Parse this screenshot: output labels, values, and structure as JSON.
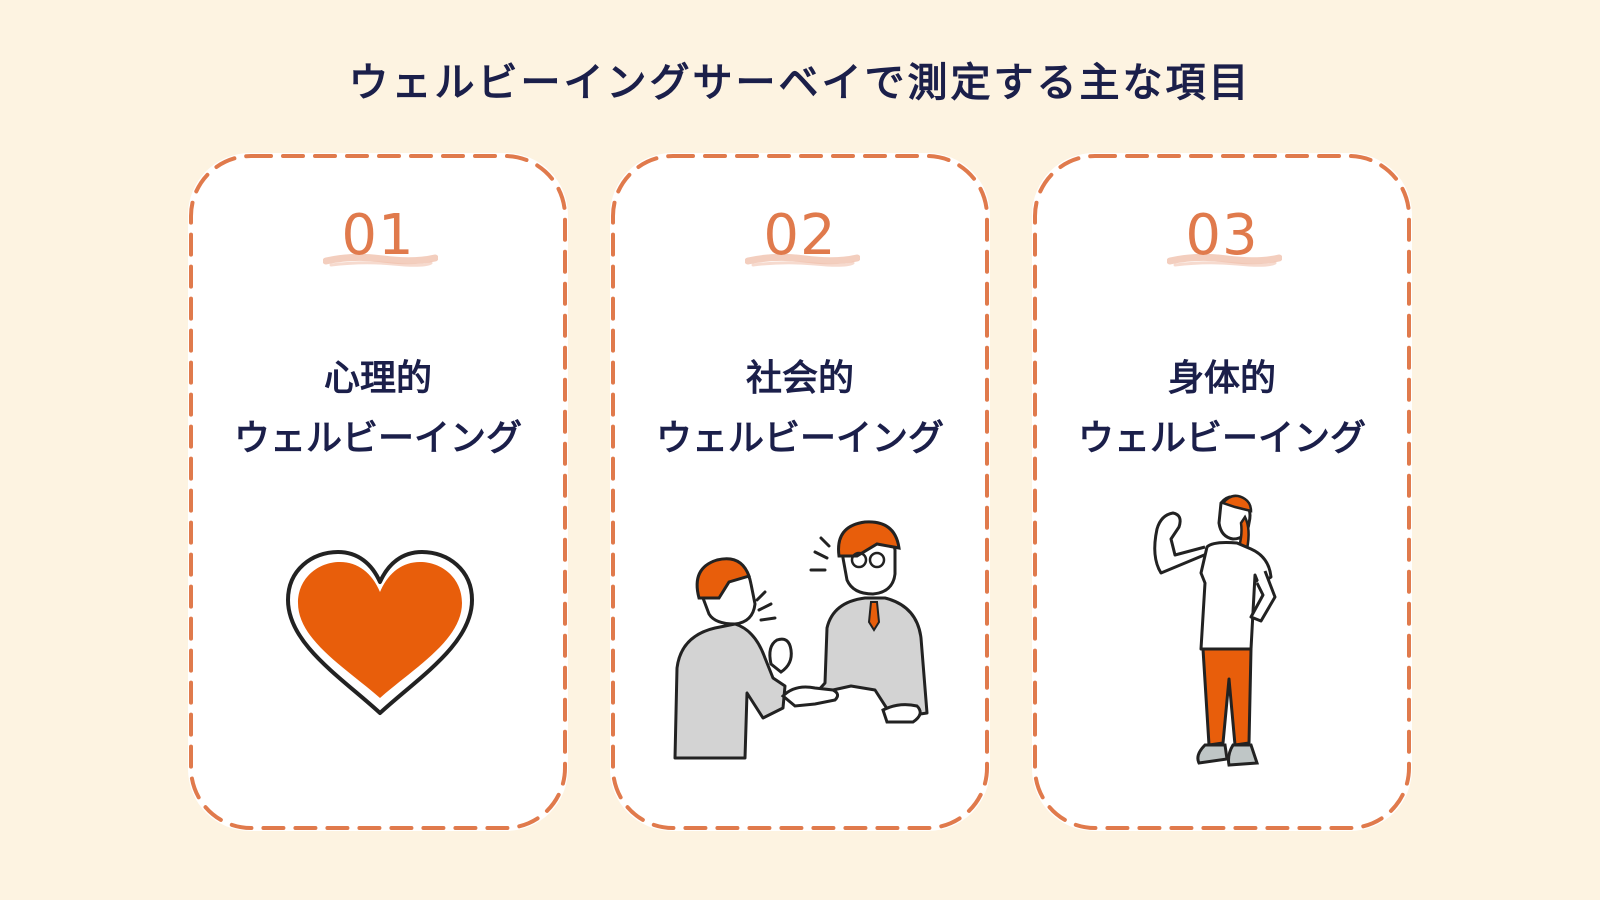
{
  "title": "ウェルビーイングサーベイで測定する主な項目",
  "colors": {
    "background": "#fdf3e1",
    "accent": "#e07a4c",
    "accent_fill": "#e85e0b",
    "title_text": "#1b1f4a",
    "card": "#ffffff"
  },
  "cards": [
    {
      "number": "01",
      "title_line1": "心理的",
      "title_line2": "ウェルビーイング",
      "icon": "heart-icon"
    },
    {
      "number": "02",
      "title_line1": "社会的",
      "title_line2": "ウェルビーイング",
      "icon": "handshake-people-icon"
    },
    {
      "number": "03",
      "title_line1": "身体的",
      "title_line2": "ウェルビーイング",
      "icon": "strong-woman-icon"
    }
  ]
}
